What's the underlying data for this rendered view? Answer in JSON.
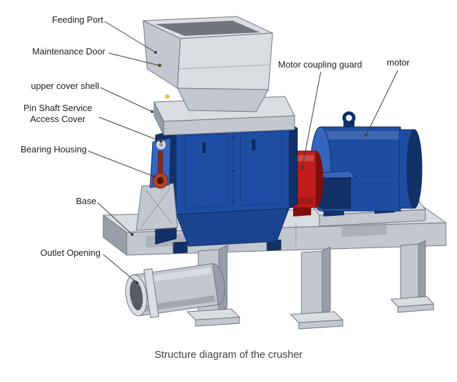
{
  "diagram": {
    "caption": "Structure diagram of the crusher",
    "labels": {
      "feeding_port": "Feeding Port",
      "maintenance_door": "Maintenance Door",
      "upper_cover_shell": "upper cover shell",
      "pin_shaft_service_access_cover": "Pin Shaft Service Access Cover",
      "bearing_housing": "Bearing Housing",
      "base": "Base",
      "outlet_opening": "Outlet Opening",
      "motor_coupling_guard": "Motor coupling guard",
      "motor": "motor"
    }
  },
  "colors": {
    "body_blue": "#1e4ea3",
    "body_blue_dark": "#123168",
    "body_blue_light": "#3566c0",
    "coupling_red": "#c01c1c",
    "coupling_red_dark": "#7e0f0f",
    "coupling_red_light": "#d83434",
    "frame_gray": "#c3c7cf",
    "frame_gray_light": "#dadde2",
    "frame_gray_dark": "#989ea9",
    "edge_gray": "#6f7580",
    "opening_dark": "#70757f",
    "marker_yellow": "#e4c62e",
    "label_text": "#1d1d1d",
    "leader_line": "#3a3a3a"
  }
}
